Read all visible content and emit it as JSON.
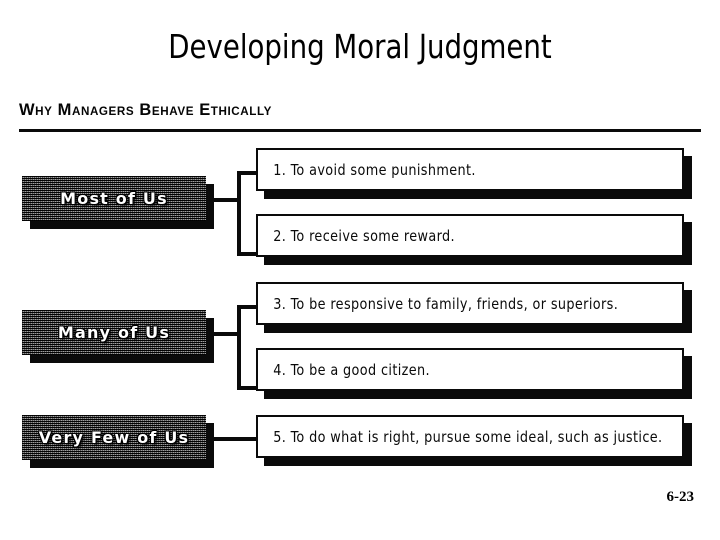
{
  "slide": {
    "title": "Developing Moral Judgment",
    "page_number": "6-23"
  },
  "figure": {
    "heading": "Why Managers Behave Ethically",
    "categories": [
      {
        "id": "most-of-us",
        "label": "Most of Us"
      },
      {
        "id": "many-of-us",
        "label": "Many of Us"
      },
      {
        "id": "very-few-of-us",
        "label": "Very Few of Us"
      }
    ],
    "statements": [
      {
        "number": "1.",
        "text": "1. To avoid some punishment."
      },
      {
        "number": "2.",
        "text": "2. To receive some reward."
      },
      {
        "number": "3.",
        "text": "3. To be responsive to family, friends, or superiors."
      },
      {
        "number": "4.",
        "text": "4. To be a good citizen."
      },
      {
        "number": "5.",
        "text": "5. To do what is right, pursue some ideal, such as justice."
      }
    ],
    "mapping": [
      {
        "category": "Most of Us",
        "statements": [
          "1.",
          "2."
        ]
      },
      {
        "category": "Many of Us",
        "statements": [
          "3.",
          "4."
        ]
      },
      {
        "category": "Very Few of Us",
        "statements": [
          "5."
        ]
      }
    ],
    "colors": {
      "ink": "#0a0a0a",
      "category_fill": "#3a3a3a",
      "category_text": "#ffffff",
      "statement_fill": "#ffffff",
      "shadow": "#0a0a0a",
      "background": "#ffffff"
    }
  }
}
